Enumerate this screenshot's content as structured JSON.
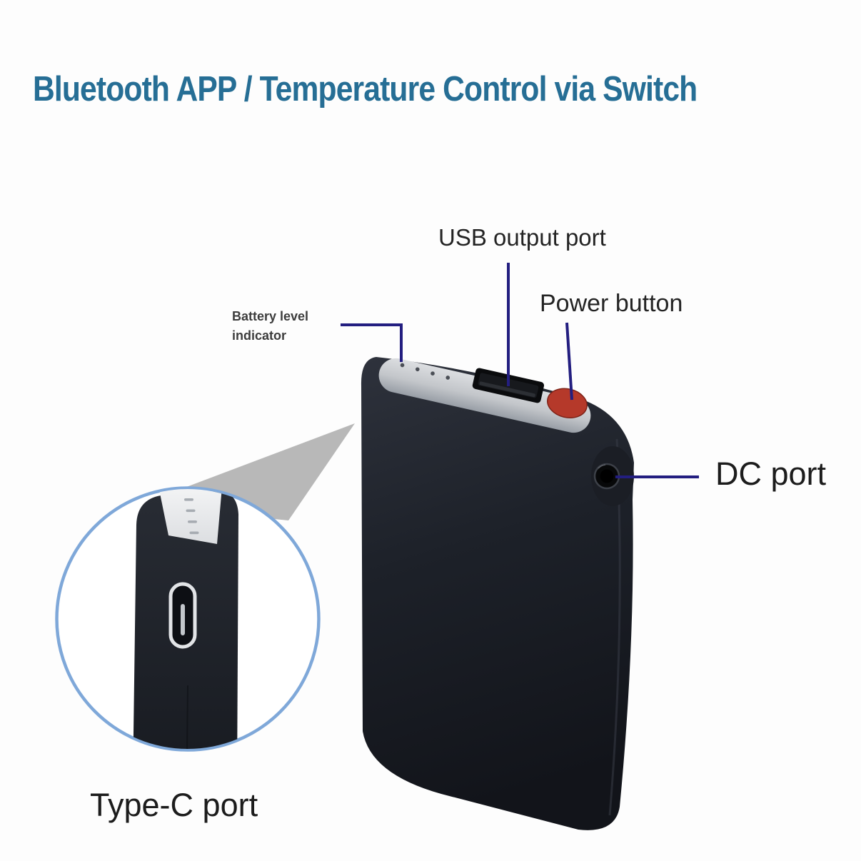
{
  "title": "Bluetooth APP / Temperature Control via Switch",
  "callouts": {
    "usb": "USB output port",
    "power": "Power button",
    "battery": "Battery level indicator",
    "dc": "DC port",
    "typec": "Type-C port"
  },
  "device": {
    "type": "power bank",
    "features_shown": [
      "battery level indicator LEDs",
      "USB-A output port",
      "red power button",
      "DC barrel port",
      "USB Type-C port"
    ]
  },
  "colors": {
    "title-color": "#266e95",
    "label-color": "#242424",
    "line-color": "#231e80",
    "circle-stroke": "#7fa8d9",
    "beam-gray": "#b0b0b0",
    "body-dark": "#1d2129",
    "top-silver": "#c3c6ca",
    "button-red": "#b5392a",
    "led-dot": "#4a4e55"
  }
}
